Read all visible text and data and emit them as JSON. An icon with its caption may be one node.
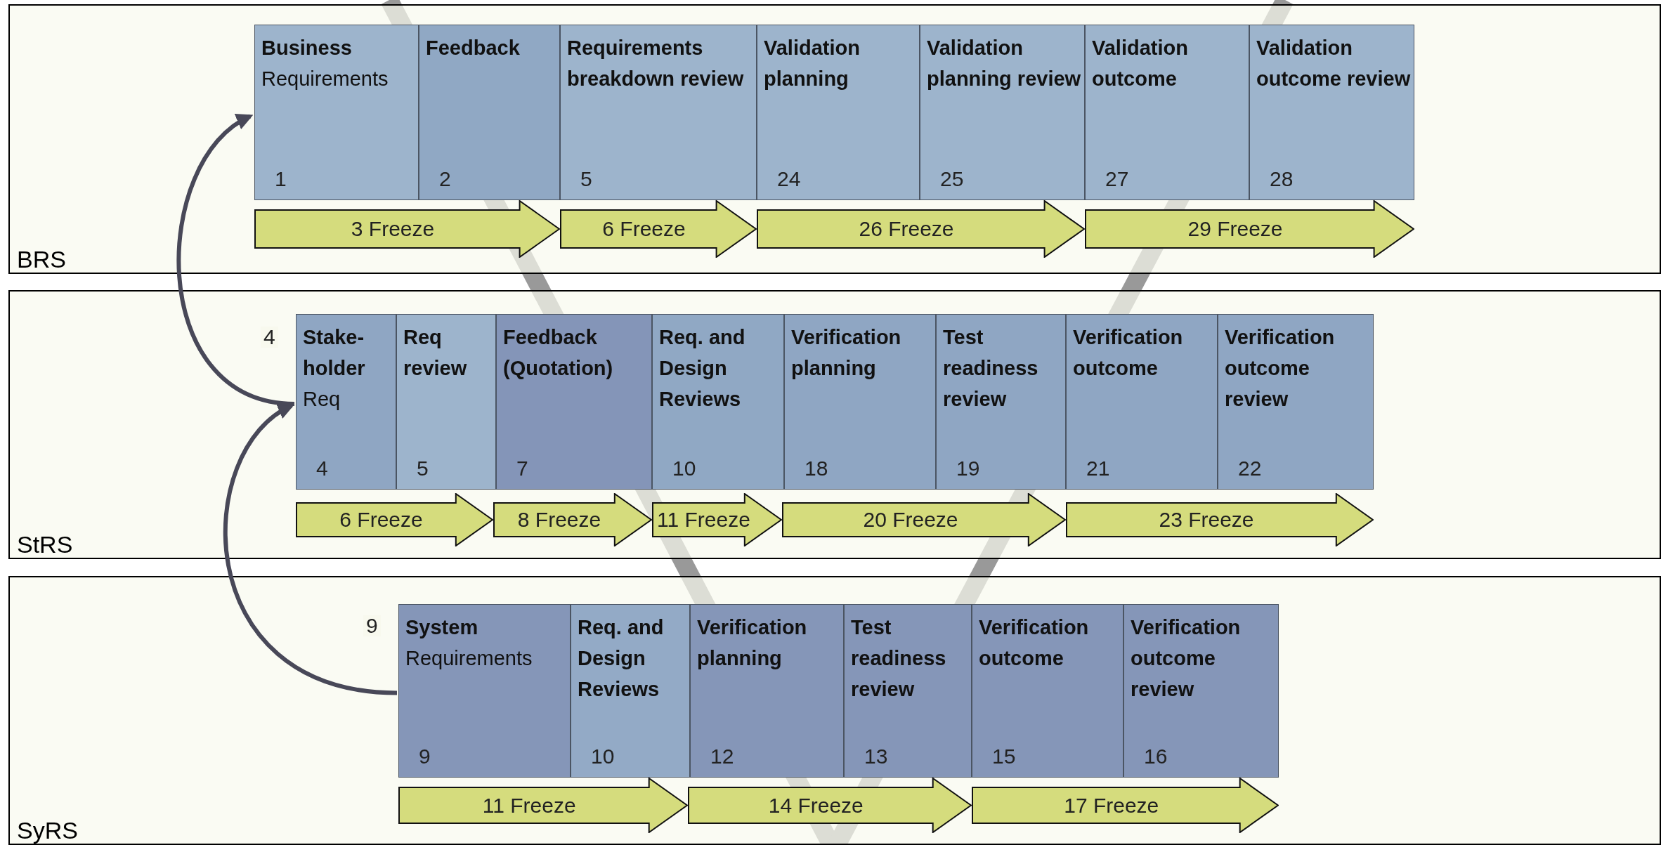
{
  "diagram": {
    "nodes": [
      {
        "text": [
          "BRS"
        ]
      },
      {
        "text": [
          "**Business** Requirements",
          "1"
        ],
        "in": 0
      },
      {
        "text": [
          "Feedback",
          "2"
        ],
        "in": 0
      },
      {
        "text": [
          "Requirements breakdown review",
          "5"
        ],
        "in": 0
      },
      {
        "text": [
          "Validation planning",
          "24"
        ],
        "in": 0
      },
      {
        "text": [
          "Validation planning review",
          "25"
        ],
        "in": 0
      },
      {
        "text": [
          "Validation outcome",
          "27"
        ],
        "in": 0
      },
      {
        "text": [
          "Validation outcome review",
          "28"
        ],
        "in": 0
      },
      {
        "text": [
          "3 Freeze"
        ],
        "in": 0
      },
      {
        "text": [
          "6 Freeze"
        ],
        "in": 0
      },
      {
        "text": [
          "26 Freeze"
        ],
        "in": 0
      },
      {
        "text": [
          "29 Freeze"
        ],
        "in": 0
      },
      {
        "text": [
          "StRS"
        ]
      },
      {
        "text": [
          "**Stake-holder** Req",
          "4"
        ],
        "in": 12
      },
      {
        "text": [
          "Req review",
          "5"
        ],
        "in": 12
      },
      {
        "text": [
          "Feedback (Quotation)",
          "7"
        ],
        "in": 12
      },
      {
        "text": [
          "Req. and Design Reviews",
          "10"
        ],
        "in": 12
      },
      {
        "text": [
          "Verification planning",
          "18"
        ],
        "in": 12
      },
      {
        "text": [
          "Test readiness review",
          "19"
        ],
        "in": 12
      },
      {
        "text": [
          "Verification outcome",
          "21"
        ],
        "in": 12
      },
      {
        "text": [
          "Verification outcome review",
          "22"
        ],
        "in": 12
      },
      {
        "text": [
          "6 Freeze"
        ],
        "in": 12
      },
      {
        "text": [
          "8 Freeze"
        ],
        "in": 12
      },
      {
        "text": [
          "11 Freeze"
        ],
        "in": 12
      },
      {
        "text": [
          "20 Freeze"
        ],
        "in": 12
      },
      {
        "text": [
          "23 Freeze"
        ],
        "in": 12
      },
      {
        "text": [
          "SyRS"
        ]
      },
      {
        "text": [
          "**System** Requirements",
          "9"
        ],
        "in": 26
      },
      {
        "text": [
          "Req. and Design Reviews",
          "10"
        ],
        "in": 26
      },
      {
        "text": [
          "Verification planning",
          "12"
        ],
        "in": 26
      },
      {
        "text": [
          "Test readiness review",
          "13"
        ],
        "in": 26
      },
      {
        "text": [
          "Verification outcome",
          "15"
        ],
        "in": 26
      },
      {
        "text": [
          "Verification outcome review",
          "16"
        ],
        "in": 26
      },
      {
        "text": [
          "11 Freeze"
        ],
        "in": 26
      },
      {
        "text": [
          "14 Freeze"
        ],
        "in": 26
      },
      {
        "text": [
          "17 Freeze"
        ],
        "in": 26
      }
    ],
    "edges": [
      {
        "from": 27,
        "to": 13,
        "arrow": "to",
        "label": "9"
      },
      {
        "from": 13,
        "to": 1,
        "arrow": "to",
        "label": "4"
      }
    ]
  }
}
